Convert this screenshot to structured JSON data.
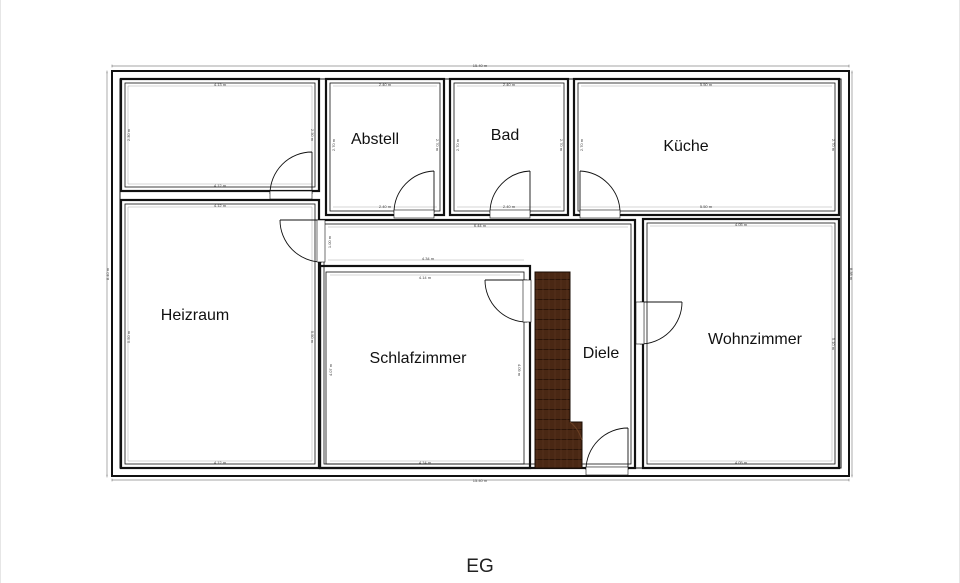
{
  "plan": {
    "caption": "EG",
    "rooms": {
      "abstell": "Abstell",
      "bad": "Bad",
      "kueche": "Küche",
      "heizraum": "Heizraum",
      "schlafzimmer": "Schlafzimmer",
      "diele": "Diele",
      "wohnzimmer": "Wohnzimmer"
    },
    "dimensions": {
      "overall_top": "15.40 m",
      "overall_bottom": "15.40 m",
      "overall_left": "8.40 m",
      "overall_right": "8.38 m",
      "room_a_top": "4.13 m",
      "room_a_bottom": "4.12 m",
      "room_a_left": "2.30 m",
      "room_a_right": "2.30 m",
      "abstell_top": "2.40 m",
      "abstell_bottom": "2.40 m",
      "abstell_left": "2.70 m",
      "abstell_right": "2.70 m",
      "bad_top": "2.40 m",
      "bad_bottom": "2.40 m",
      "bad_left": "2.70 m",
      "bad_right": "2.70 m",
      "kueche_top": "5.50 m",
      "kueche_bottom": "5.50 m",
      "kueche_left": "2.70 m",
      "kueche_right": "2.70 m",
      "heizraum_top": "4.12 m",
      "heizraum_bottom": "4.12 m",
      "heizraum_left": "5.50 m",
      "heizraum_right": "5.50 m",
      "diele_top": "6.44 m",
      "diele_left": "1.00 m",
      "schlaf_outer_top": "4.34 m",
      "schlaf_top": "4.14 m",
      "schlaf_bottom": "4.14 m",
      "schlaf_left": "4.07 m",
      "schlaf_right": "4.09 m",
      "wohn_top": "4.05 m",
      "wohn_bottom": "4.05 m",
      "wohn_right": "5.10 m"
    }
  }
}
